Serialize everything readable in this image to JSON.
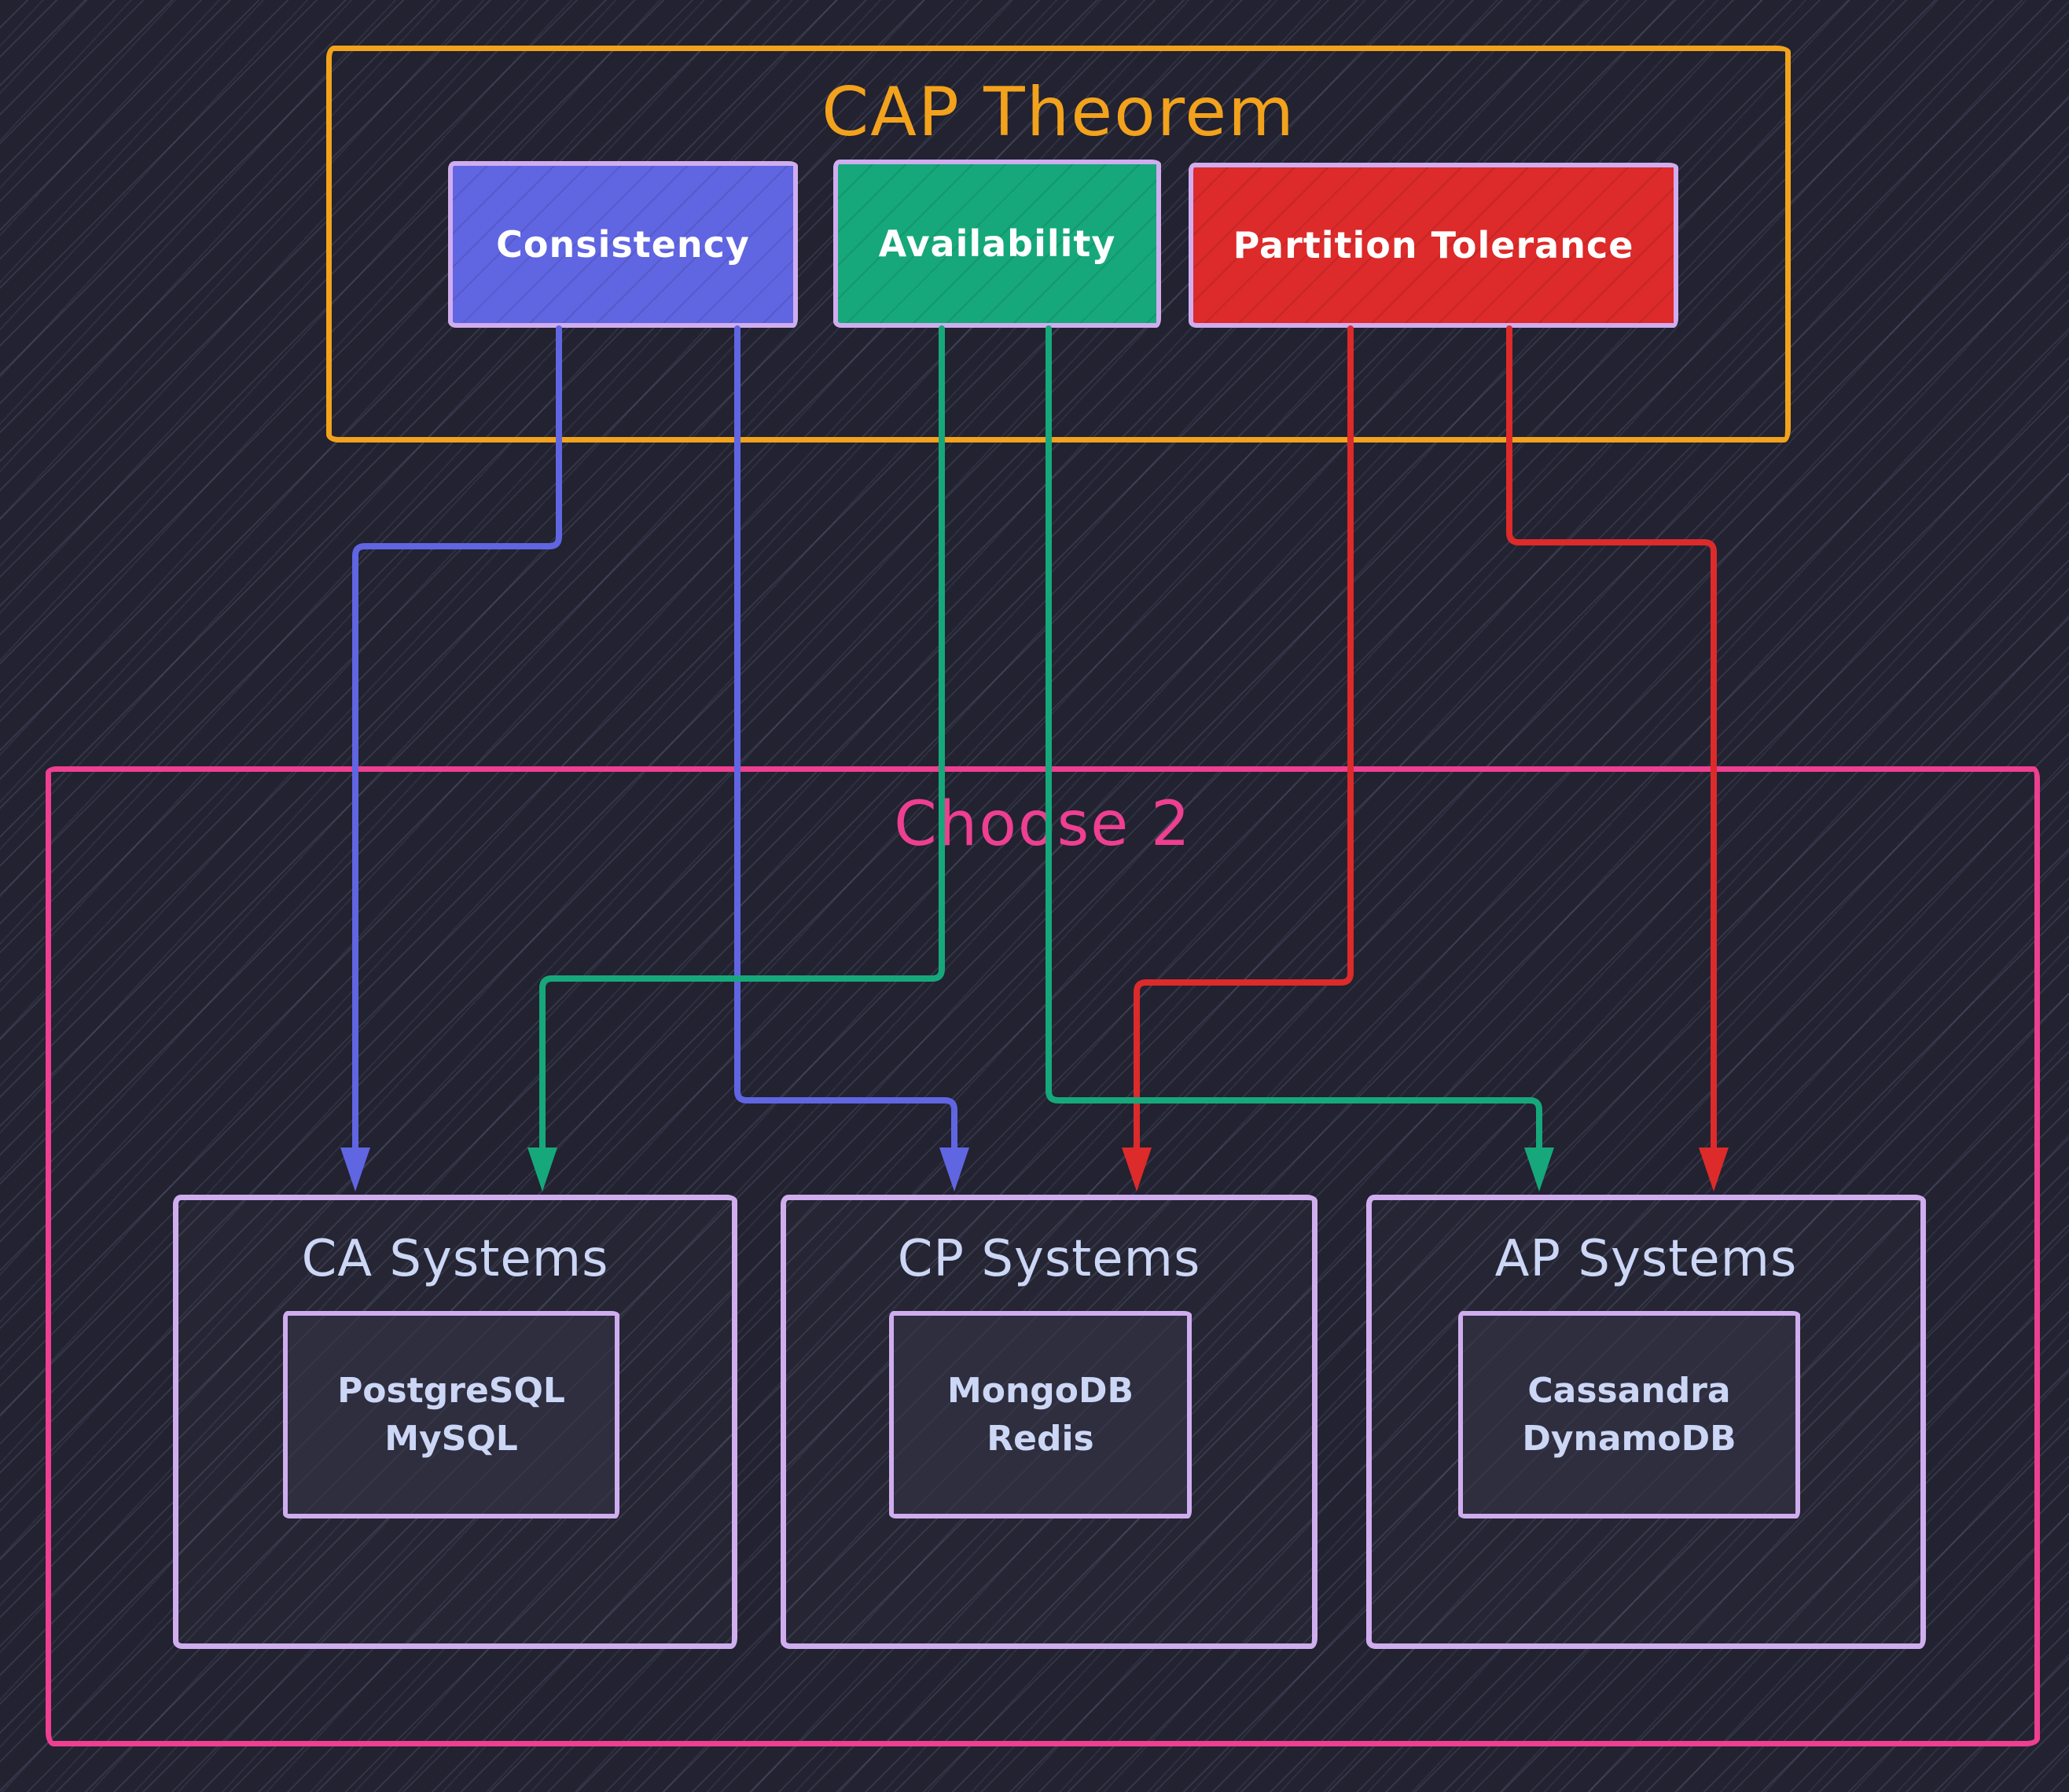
{
  "colors": {
    "background": "#222231",
    "orange": "#f2a21c",
    "pink": "#ee3f90",
    "lavender": "#cfadee",
    "blue": "#6065e2",
    "green": "#16a87a",
    "red": "#dd2a2a",
    "label_text": "#ccd6f5",
    "white": "#ffffff",
    "inner_fill": "#2e2e3f"
  },
  "cap_group": {
    "title": "CAP Theorem",
    "boxes": [
      {
        "label": "Consistency",
        "color": "blue"
      },
      {
        "label": "Availability",
        "color": "green"
      },
      {
        "label": "Partition Tolerance",
        "color": "red"
      }
    ]
  },
  "choose_group": {
    "title": "Choose 2",
    "systems": [
      {
        "title": "CA Systems",
        "databases": [
          "PostgreSQL",
          "MySQL"
        ]
      },
      {
        "title": "CP Systems",
        "databases": [
          "MongoDB",
          "Redis"
        ]
      },
      {
        "title": "AP Systems",
        "databases": [
          "Cassandra",
          "DynamoDB"
        ]
      }
    ]
  },
  "arrows": [
    {
      "from": "Consistency",
      "to": "CA Systems",
      "color": "blue"
    },
    {
      "from": "Consistency",
      "to": "CP Systems",
      "color": "blue"
    },
    {
      "from": "Availability",
      "to": "CA Systems",
      "color": "green"
    },
    {
      "from": "Availability",
      "to": "AP Systems",
      "color": "green"
    },
    {
      "from": "Partition Tolerance",
      "to": "CP Systems",
      "color": "red"
    },
    {
      "from": "Partition Tolerance",
      "to": "AP Systems",
      "color": "red"
    }
  ]
}
